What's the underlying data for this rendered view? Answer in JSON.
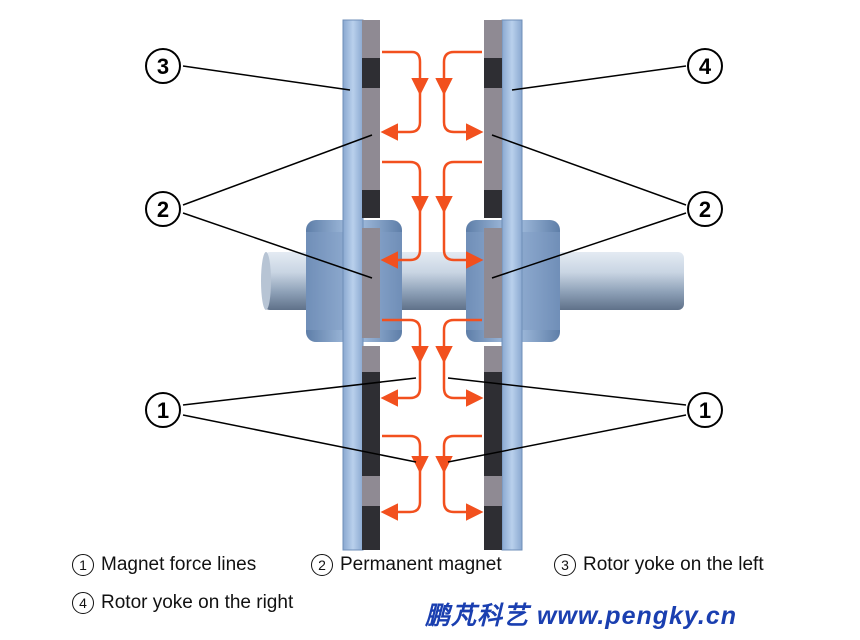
{
  "callouts": {
    "top_left": "3",
    "top_right": "4",
    "mid_left": "2",
    "mid_right": "2",
    "bottom_left": "1",
    "bottom_right": "1"
  },
  "legend": [
    {
      "num": "1",
      "text": "Magnet force lines"
    },
    {
      "num": "2",
      "text": "Permanent magnet"
    },
    {
      "num": "3",
      "text": "Rotor yoke on the left"
    },
    {
      "num": "4",
      "text": "Rotor yoke on the right"
    }
  ],
  "watermark": "鹏芃科艺 www.pengky.cn",
  "colors": {
    "yoke": "#9fbbe0",
    "yoke_edge": "#6f8fb8",
    "magnet_dark": "#2e2e33",
    "magnet_light": "#8f8a93",
    "shaft": "#c8d4e2",
    "hub": "#7f9cc4",
    "flux": "#f2501e"
  }
}
